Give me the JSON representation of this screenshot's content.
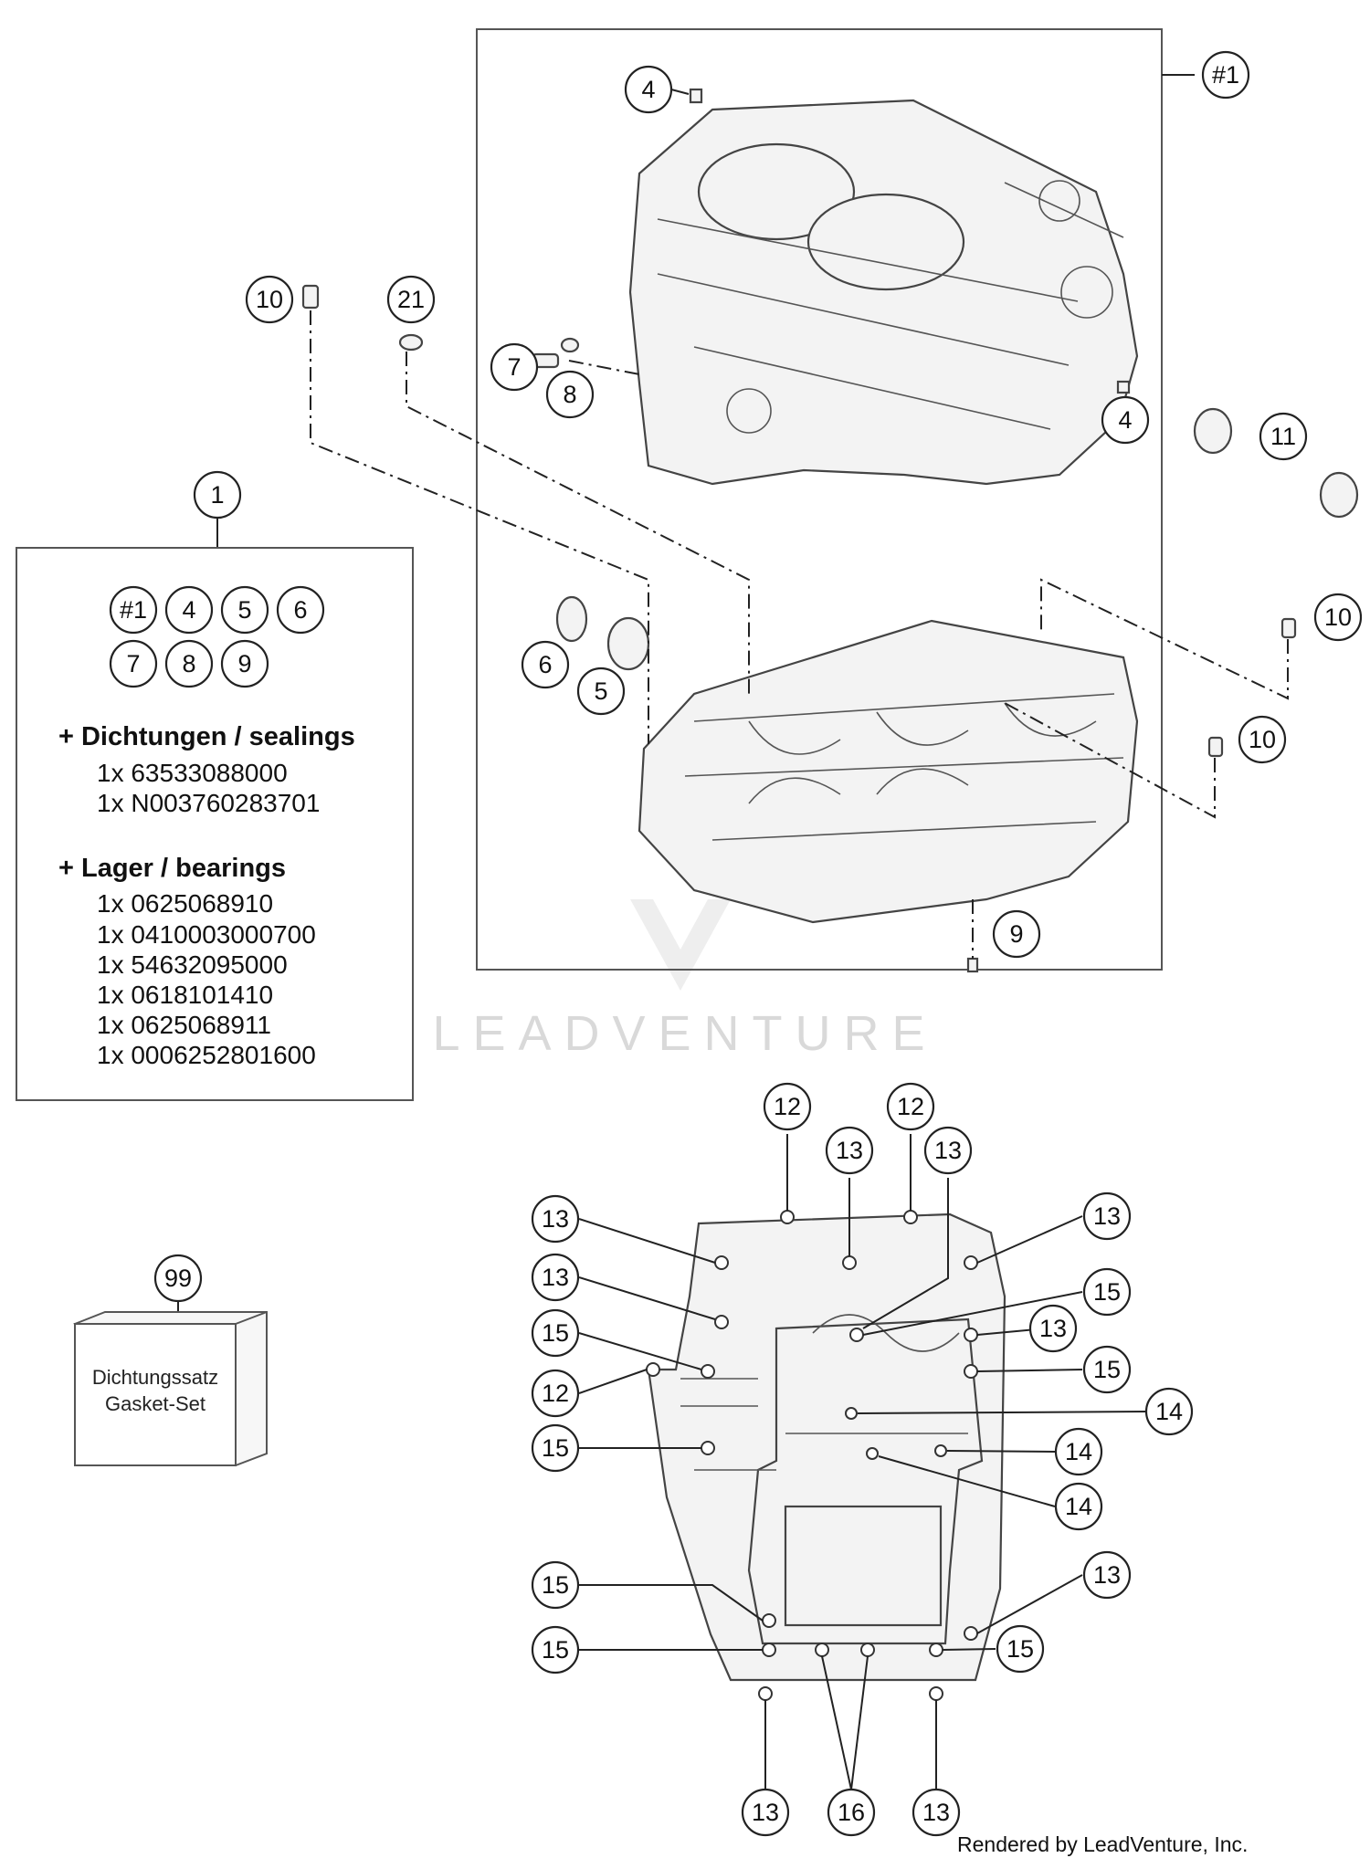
{
  "callouts": {
    "c1": "1",
    "c_hash1": "#1",
    "c4a": "4",
    "c4b": "4",
    "c10a": "10",
    "c10b": "10",
    "c10c": "10",
    "c21": "21",
    "c7": "7",
    "c8": "8",
    "c11": "11",
    "c6": "6",
    "c5": "5",
    "c9": "9",
    "c99": "99",
    "bottom": {
      "c12a": "12",
      "c12b": "12",
      "c12c": "12",
      "c13a": "13",
      "c13b": "13",
      "c13c": "13",
      "c13d": "13",
      "c13e": "13",
      "c13f": "13",
      "c13g": "13",
      "c13h": "13",
      "c13i": "13",
      "c15a": "15",
      "c15b": "15",
      "c15c": "15",
      "c15d": "15",
      "c15e": "15",
      "c15f": "15",
      "c15g": "15",
      "c14a": "14",
      "c14b": "14",
      "c14c": "14",
      "c16": "16"
    }
  },
  "kit": {
    "row1": [
      "#1",
      "4",
      "5",
      "6"
    ],
    "row2": [
      "7",
      "8",
      "9"
    ],
    "sealings_heading": "+ Dichtungen / sealings",
    "sealings": [
      "1x 63533088000",
      "1x N003760283701"
    ],
    "bearings_heading": "+ Lager / bearings",
    "bearings": [
      "1x 0625068910",
      "1x 0410003000700",
      "1x 54632095000",
      "1x 0618101410",
      "1x 0625068911",
      "1x 0006252801600"
    ]
  },
  "gasket": {
    "line1": "Dichtungssatz",
    "line2": "Gasket-Set"
  },
  "watermark": "LEADVENTURE",
  "credit": "Rendered by LeadVenture, Inc."
}
